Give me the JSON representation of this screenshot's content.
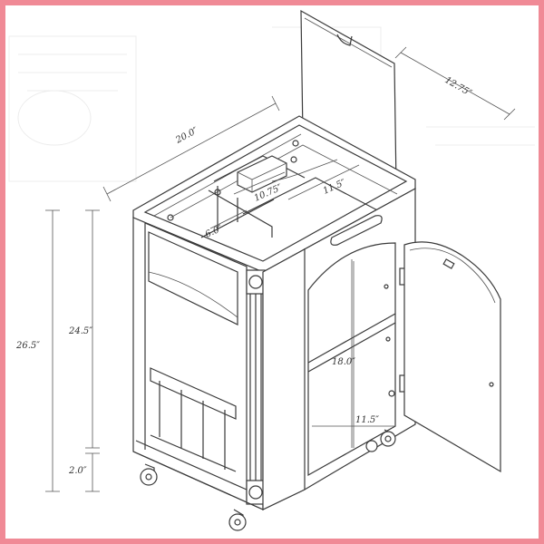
{
  "dimensions": {
    "width": "20.0″",
    "depth": "12.75″",
    "total_height": "26.5″",
    "body_height": "24.5″",
    "wheel_height": "2.0″",
    "compartment_width": "10.75″",
    "compartment_right": "11.5″",
    "compartment_depth": "6.0″",
    "cabinet_height": "18.0″",
    "cabinet_width": "11.5″"
  }
}
